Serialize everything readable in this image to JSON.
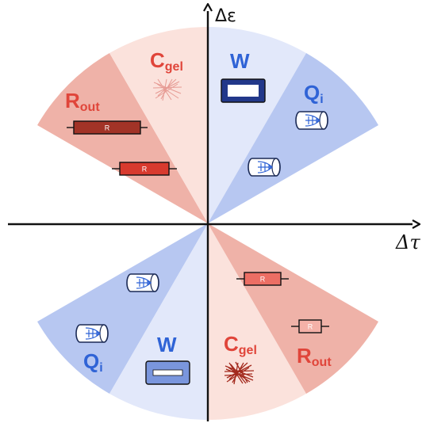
{
  "axes": {
    "x_label": "Δτ",
    "y_label": "Δε"
  },
  "quadrant_top_left": {
    "r_out": {
      "main": "R",
      "sub": "out"
    },
    "c_gel": {
      "main": "C",
      "sub": "gel"
    },
    "resistor_1": "R",
    "resistor_2": "R"
  },
  "quadrant_top_right": {
    "w": "W",
    "q_i": {
      "main": "Q",
      "sub": "i"
    }
  },
  "quadrant_bottom_left": {
    "w": "W",
    "q_i": {
      "main": "Q",
      "sub": "i"
    }
  },
  "quadrant_bottom_right": {
    "c_gel": {
      "main": "C",
      "sub": "gel"
    },
    "r_out": {
      "main": "R",
      "sub": "out"
    },
    "resistor_1": "R",
    "resistor_2": "R"
  },
  "colors": {
    "red_label": "#e0453a",
    "blue_label": "#2f63d6",
    "red_sector_dark": "#efb2a8",
    "red_sector_light": "#fbe2dc",
    "blue_sector_dark": "#b7c7f1",
    "blue_sector_light": "#e2e8fa"
  }
}
